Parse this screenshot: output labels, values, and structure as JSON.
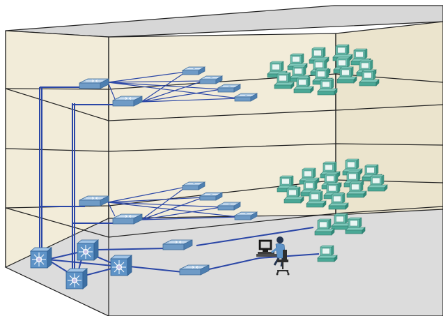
{
  "image": {
    "description_free": true
  },
  "colors": {
    "link": "#2a46a6",
    "switch_top": "#8db3d6",
    "switch_side": "#5f8cb8",
    "multilayer_switch": "#5e93c7",
    "monitor": "#5bb3a3",
    "wall": "#f2ecd9",
    "floor": "#dcdcdc"
  },
  "floors": [
    {
      "name": "top-floor",
      "access_switches": 6,
      "workstation_cluster": 16
    },
    {
      "name": "middle-floor",
      "access_switches": 6,
      "workstation_cluster": 16
    },
    {
      "name": "ground-floor",
      "access_switches": 2,
      "workstation_cluster": 4,
      "user": 1
    }
  ],
  "core": {
    "multilayer_switches": 4
  },
  "icons": [
    "switch-icon",
    "multilayer-switch-icon",
    "workstation-icon",
    "user-at-terminal-icon"
  ]
}
